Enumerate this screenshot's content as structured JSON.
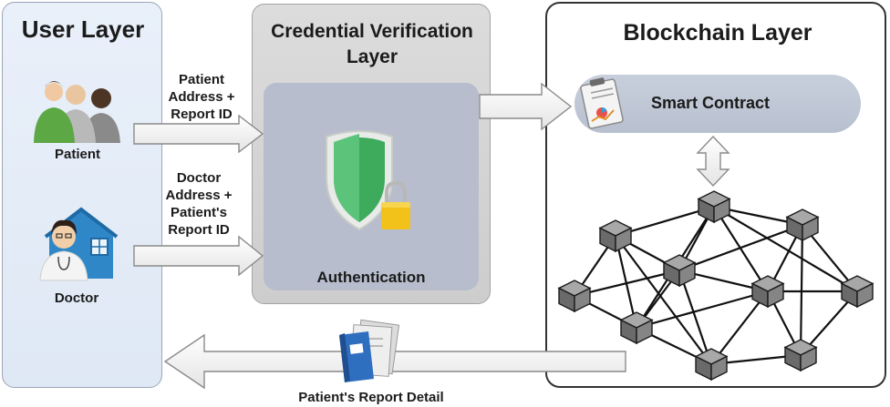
{
  "user_layer": {
    "title": "User Layer",
    "patient_label": "Patient",
    "doctor_label": "Doctor"
  },
  "credential_layer": {
    "title_line1": "Credential Verification",
    "title_line2": "Layer",
    "auth_label": "Authentication"
  },
  "blockchain_layer": {
    "title": "Blockchain Layer",
    "smart_contract_label": "Smart Contract"
  },
  "flows": {
    "patient_input": [
      "Patient",
      "Address +",
      "Report ID"
    ],
    "doctor_input": [
      "Doctor",
      "Address +",
      "Patient's",
      "Report ID"
    ],
    "output_label": "Patient's Report Detail"
  },
  "colors": {
    "user_bg": "#e4ecf8",
    "cred_bg": "#d4d4d4",
    "auth_bg": "#b7bdcc",
    "shield_green": "#3daa5c",
    "lock_yellow": "#f2c21b",
    "node_gray": "#777777",
    "doctor_house": "#2f87c8"
  },
  "icons": [
    "patient-group-icon",
    "doctor-house-icon",
    "shield-lock-icon",
    "clipboard-chart-icon",
    "report-folder-icon",
    "blockchain-network-icon"
  ]
}
